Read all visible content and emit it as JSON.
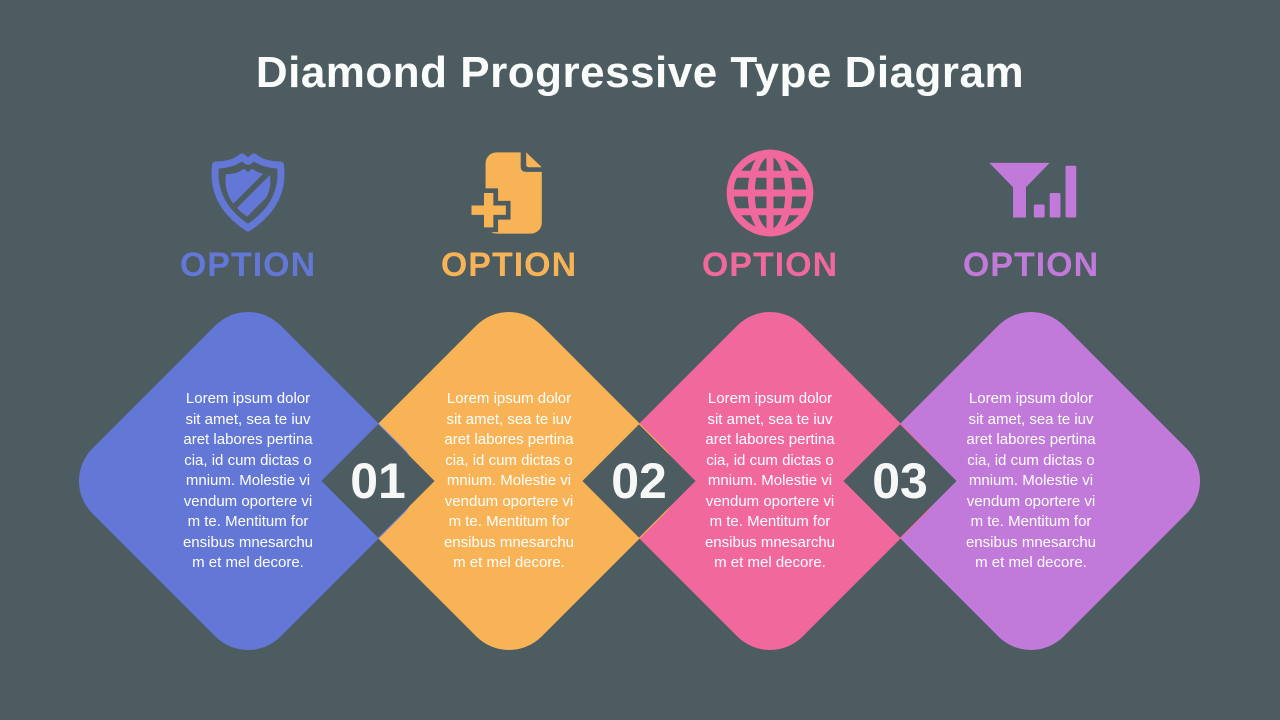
{
  "title": "Diamond Progressive Type Diagram",
  "background_color": "#4d5c61",
  "text_color": "#ffffff",
  "options": [
    {
      "label": "OPTION",
      "icon": "shield-icon",
      "color": "#6377d6",
      "text": "Lorem ipsum dolor\nsit amet, sea te iuv\naret labores pertina\ncia, id cum dictas o\nmnium. Molestie vi\nvendum oportere vi\nm te. Mentitum for\nensibus mnesarchu\nm et mel decore."
    },
    {
      "label": "OPTION",
      "icon": "document-plus-icon",
      "color": "#f7b355",
      "text": "Lorem ipsum dolor\nsit amet, sea te iuv\naret labores pertina\ncia, id cum dictas o\nmnium. Molestie vi\nvendum oportere vi\nm te. Mentitum for\nensibus mnesarchu\nm et mel decore."
    },
    {
      "label": "OPTION",
      "icon": "globe-icon",
      "color": "#f0689c",
      "text": "Lorem ipsum dolor\nsit amet, sea te iuv\naret labores pertina\ncia, id cum dictas o\nmnium. Molestie vi\nvendum oportere vi\nm te. Mentitum for\nensibus mnesarchu\nm et mel decore."
    },
    {
      "label": "OPTION",
      "icon": "funnel-chart-icon",
      "color": "#c179da",
      "text": "Lorem ipsum dolor\nsit amet, sea te iuv\naret labores pertina\ncia, id cum dictas o\nmnium. Molestie vi\nvendum oportere vi\nm te. Mentitum for\nensibus mnesarchu\nm et mel decore."
    }
  ],
  "connectors": [
    "01",
    "02",
    "03"
  ]
}
